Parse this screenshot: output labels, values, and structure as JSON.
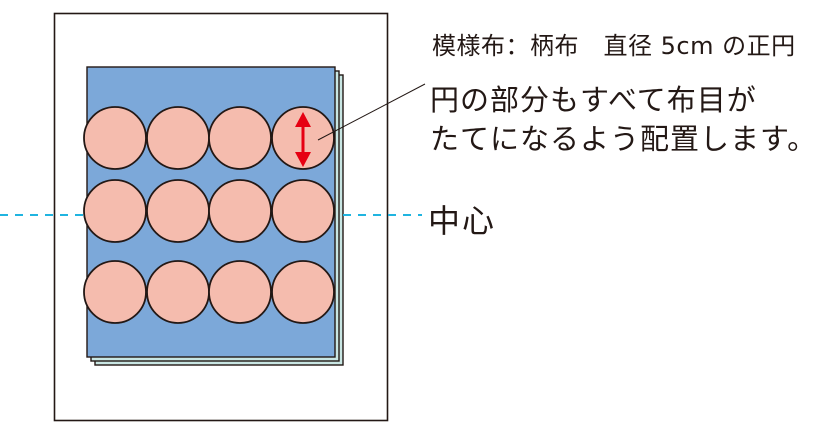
{
  "labels": {
    "pattern_fabric": "模様布：柄布　直径 5cm の正円",
    "note_line1": "円の部分もすべて布目が",
    "note_line2": "たてになるよう配置します。",
    "center": "中心"
  },
  "layout": {
    "circle_rows": 3,
    "circle_cols": 4,
    "circle_diameter_cm": 5,
    "grain_arrow_on": "row 1, column 4"
  },
  "colors": {
    "fabric_blue": "#7ca8d9",
    "backing_teal": "#c9e6e3",
    "circle_pink": "#f5bcae",
    "outline": "#231815",
    "grain_arrow_red": "#e60012",
    "center_line_cyan": "#20b4e0"
  }
}
